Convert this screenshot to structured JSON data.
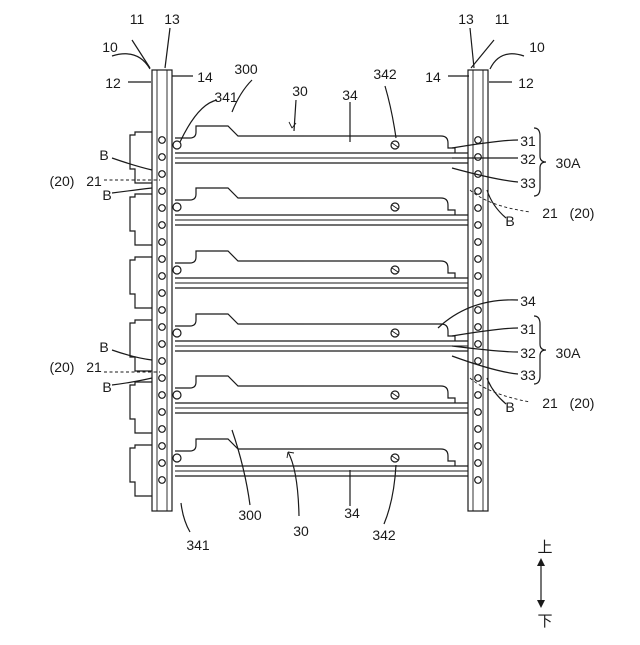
{
  "labels": {
    "frame": "10",
    "column": "11",
    "column_outer": "12",
    "column_wall": "13",
    "column_face": "14",
    "fixing_hole": "21",
    "fixing_hole_group": "(20)",
    "hole_detail": "B",
    "tray": "30",
    "tray_assembly": "30A",
    "tray_layer_top": "31",
    "tray_layer_mid": "32",
    "tray_layer_bottom": "33",
    "tray_plate": "34",
    "tray_notch": "300",
    "tray_hole_left": "341",
    "tray_hole_right": "342"
  },
  "direction": {
    "up": "上",
    "down": "下"
  }
}
